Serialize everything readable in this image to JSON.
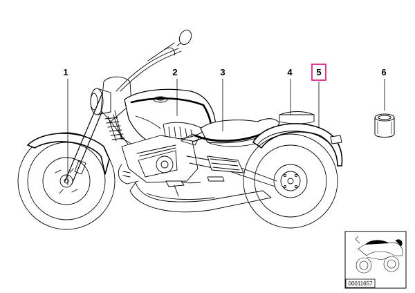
{
  "callouts": [
    {
      "label": "1"
    },
    {
      "label": "2"
    },
    {
      "label": "3"
    },
    {
      "label": "4"
    },
    {
      "label": "5",
      "highlighted": true
    },
    {
      "label": "6"
    }
  ],
  "thumbnail": {
    "caption": "00011657"
  },
  "colors": {
    "highlight": "#e0218a",
    "line": "#000000"
  }
}
